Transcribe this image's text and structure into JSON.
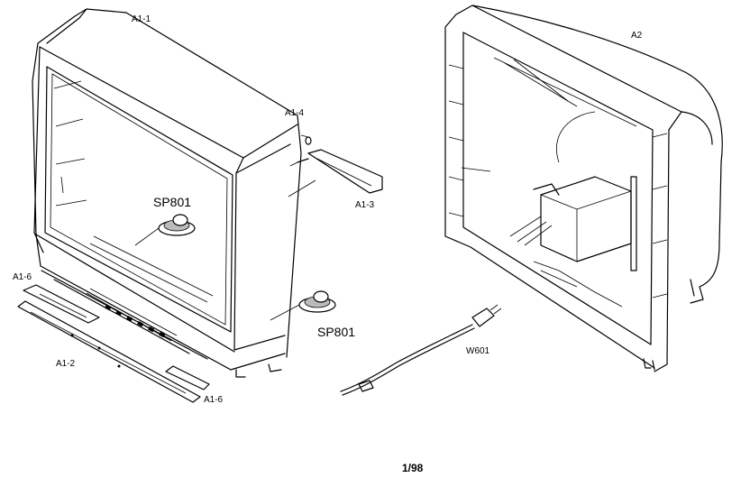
{
  "diagram": {
    "labels": {
      "a1_1": "A1-1",
      "a1_4": "A1-4",
      "a1_3": "A1-3",
      "a1_6_left": "A1-6",
      "a1_6_bottom": "A1-6",
      "a1_2": "A1-2",
      "sp801_upper": "SP801",
      "sp801_lower": "SP801",
      "w601": "W601",
      "a2": "A2"
    },
    "footer": "1/98"
  }
}
